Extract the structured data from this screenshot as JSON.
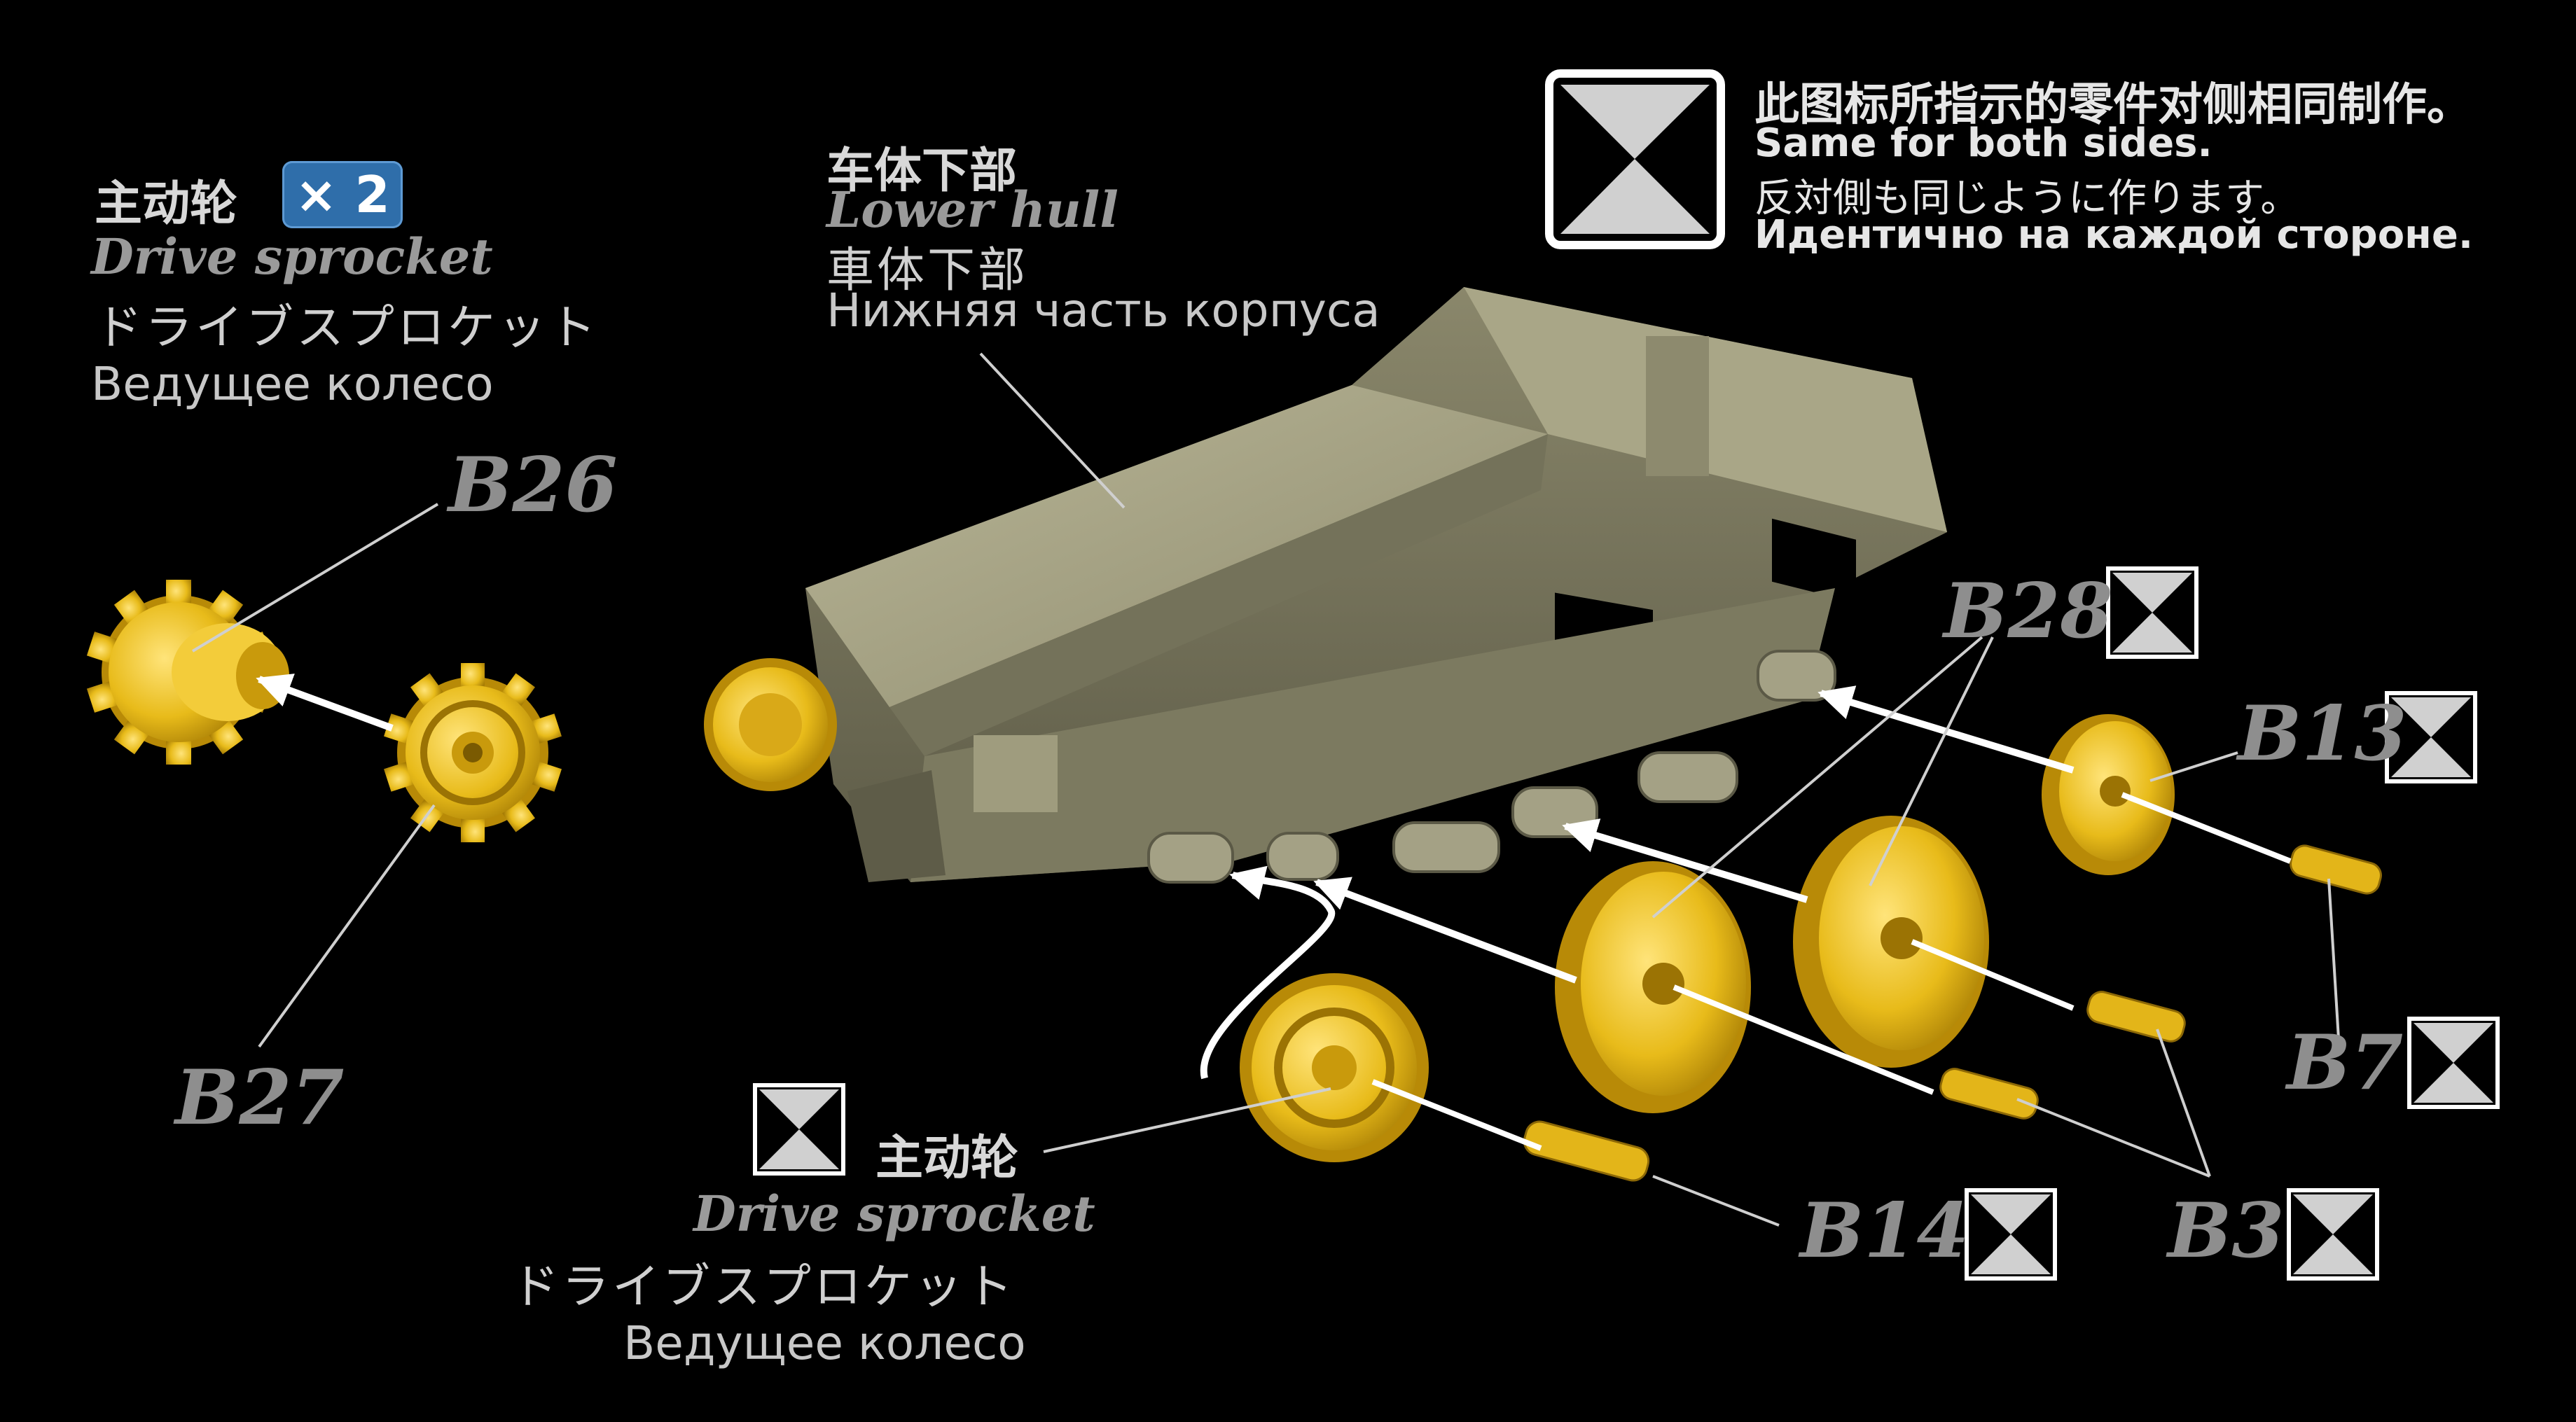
{
  "legend": {
    "cn": "此图标所指示的零件对侧相同制作。",
    "en": "Same for both sides.",
    "jp": "反対側も同じように作ります。",
    "ru": "Идентично на каждой стороне."
  },
  "top_left": {
    "cn": "主动轮",
    "quantity": "× 2",
    "en": "Drive sprocket",
    "jp": "ドライブスプロケット",
    "ru": "Ведущее колесо"
  },
  "hull": {
    "cn": "车体下部",
    "en": "Lower hull",
    "jp": "車体下部",
    "ru": "Нижняя часть корпуса"
  },
  "bottom_sprocket": {
    "cn": "主动轮",
    "en": "Drive sprocket",
    "jp": "ドライブスプロケット",
    "ru": "Ведущее колесо"
  },
  "parts": {
    "b26": "B26",
    "b27": "B27",
    "b28": "B28",
    "b13": "B13",
    "b7": "B7",
    "b14": "B14",
    "b3": "B3"
  },
  "colors": {
    "background": "#000000",
    "part_yellow": "#e8bb1a",
    "hull_khaki": "#a6a384",
    "quantity_badge": "#2f6eaa",
    "arrow": "#ffffff"
  },
  "icons": {
    "both_sides": "hourglass-symmetry-icon"
  }
}
